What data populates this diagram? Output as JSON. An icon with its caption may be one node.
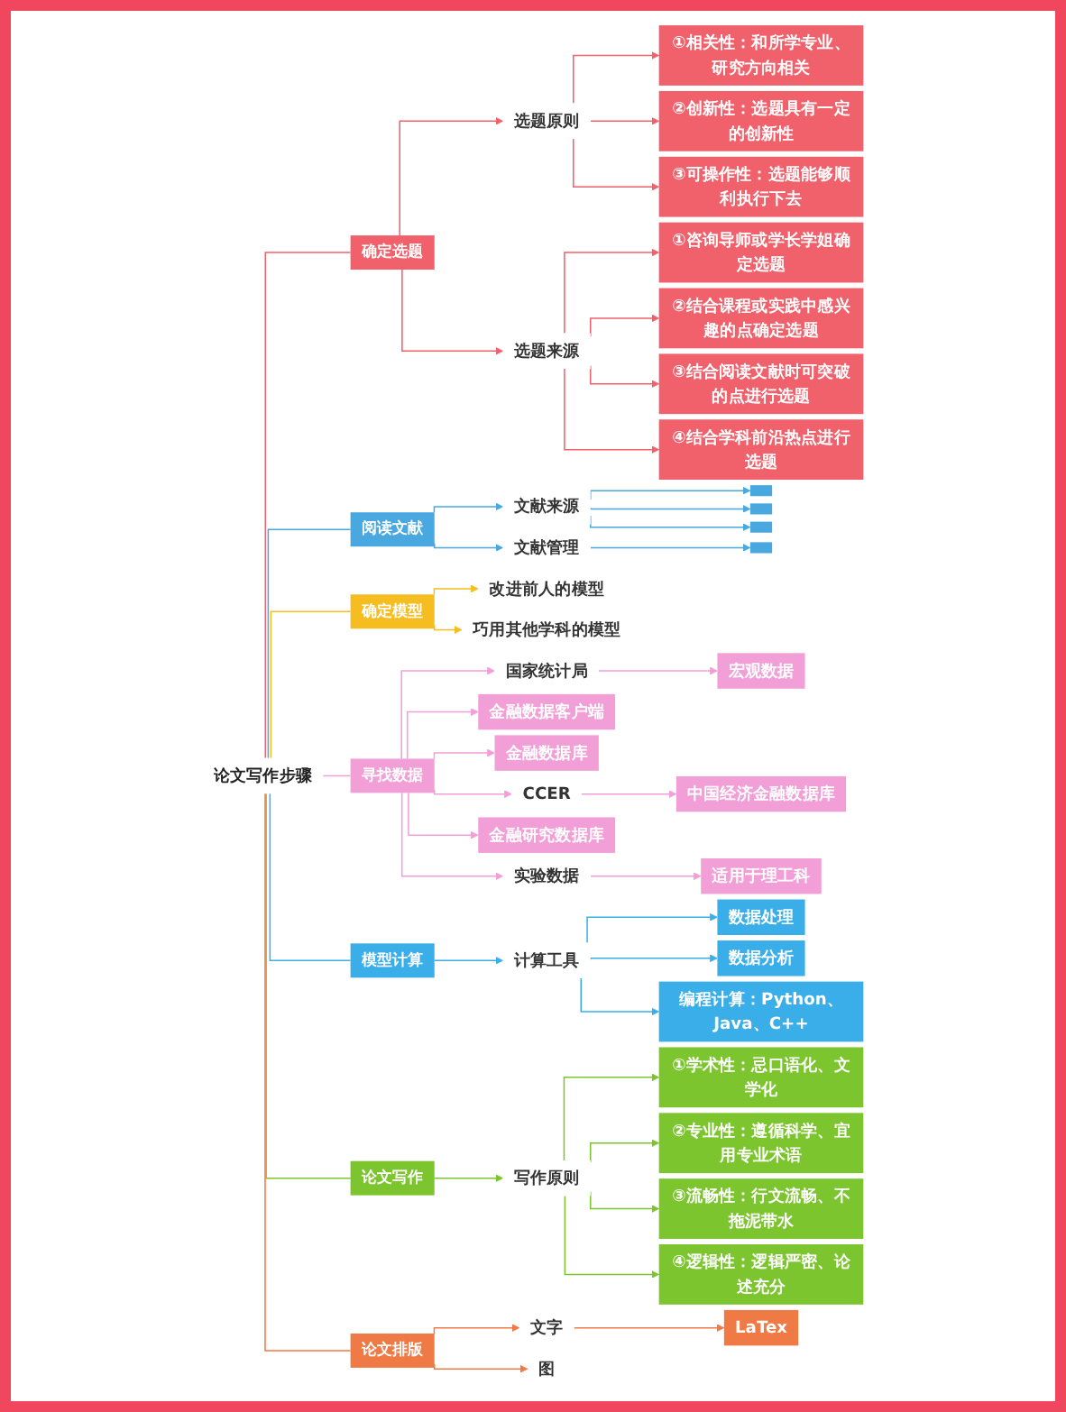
{
  "diagram": {
    "nodes": [
      {
        "text": [
          "论文写作步骤"
        ]
      },
      {
        "text": [
          "确定选题"
        ]
      },
      {
        "text": [
          "选题原则"
        ]
      },
      {
        "text": [
          "①相关性：和所学专业、研究方向相关"
        ]
      },
      {
        "text": [
          "②创新性：选题具有一定的创新性"
        ]
      },
      {
        "text": [
          "③可操作性：选题能够顺利执行下去"
        ]
      },
      {
        "text": [
          "选题来源"
        ]
      },
      {
        "text": [
          "①咨询导师或学长学姐确定选题"
        ]
      },
      {
        "text": [
          "②结合课程或实践中感兴趣的点确定选题"
        ]
      },
      {
        "text": [
          "③结合阅读文献时可突破的点进行选题"
        ]
      },
      {
        "text": [
          "④结合学科前沿热点进行选题"
        ]
      },
      {
        "text": [
          "阅读文献"
        ]
      },
      {
        "text": [
          "文献来源"
        ]
      },
      {
        "text": [],
        "shape": "box"
      },
      {
        "text": [],
        "shape": "box"
      },
      {
        "text": [],
        "shape": "box"
      },
      {
        "text": [
          "文献管理"
        ]
      },
      {
        "text": [],
        "shape": "box"
      },
      {
        "text": [
          "确定模型"
        ]
      },
      {
        "text": [
          "改进前人的模型"
        ]
      },
      {
        "text": [
          "巧用其他学科的模型"
        ]
      },
      {
        "text": [
          "寻找数据"
        ]
      },
      {
        "text": [
          "国家统计局"
        ]
      },
      {
        "text": [
          "宏观数据"
        ]
      },
      {
        "text": [
          "金融数据客户端"
        ]
      },
      {
        "text": [
          "金融数据库"
        ]
      },
      {
        "text": [
          "CCER"
        ]
      },
      {
        "text": [
          "中国经济金融数据库"
        ]
      },
      {
        "text": [
          "金融研究数据库"
        ]
      },
      {
        "text": [
          "实验数据"
        ]
      },
      {
        "text": [
          "适用于理工科"
        ]
      },
      {
        "text": [
          "模型计算"
        ]
      },
      {
        "text": [
          "计算工具"
        ]
      },
      {
        "text": [
          "数据处理"
        ]
      },
      {
        "text": [
          "数据分析"
        ]
      },
      {
        "text": [
          "编程计算：Python、Java、C++"
        ]
      },
      {
        "text": [
          "论文写作"
        ]
      },
      {
        "text": [
          "写作原则"
        ]
      },
      {
        "text": [
          "①学术性：忌口语化、文学化"
        ]
      },
      {
        "text": [
          "②专业性：遵循科学、宜用专业术语"
        ]
      },
      {
        "text": [
          "③流畅性：行文流畅、不拖泥带水"
        ]
      },
      {
        "text": [
          "④逻辑性：逻辑严密、论述充分"
        ]
      },
      {
        "text": [
          "论文排版"
        ]
      },
      {
        "text": [
          "文字"
        ]
      },
      {
        "text": [
          "LaTex"
        ]
      },
      {
        "text": [
          "图"
        ]
      }
    ],
    "edges": [
      {
        "from": 0,
        "to": 1,
        "arrow": "none",
        "color": "#f0616b"
      },
      {
        "from": 1,
        "to": 2,
        "arrow": "to",
        "color": "#f0616b"
      },
      {
        "from": 2,
        "to": 3,
        "arrow": "to",
        "color": "#f0616b"
      },
      {
        "from": 2,
        "to": 4,
        "arrow": "to",
        "color": "#f0616b"
      },
      {
        "from": 2,
        "to": 5,
        "arrow": "to",
        "color": "#f0616b"
      },
      {
        "from": 1,
        "to": 6,
        "arrow": "to",
        "color": "#f0616b"
      },
      {
        "from": 6,
        "to": 7,
        "arrow": "to",
        "color": "#f0616b"
      },
      {
        "from": 6,
        "to": 8,
        "arrow": "to",
        "color": "#f0616b"
      },
      {
        "from": 6,
        "to": 9,
        "arrow": "to",
        "color": "#f0616b"
      },
      {
        "from": 6,
        "to": 10,
        "arrow": "to",
        "color": "#f0616b"
      },
      {
        "from": 0,
        "to": 11,
        "arrow": "none",
        "color": "#4aa8e0"
      },
      {
        "from": 11,
        "to": 12,
        "arrow": "to",
        "color": "#4aa8e0"
      },
      {
        "from": 12,
        "to": 13,
        "arrow": "to",
        "color": "#4aa8e0"
      },
      {
        "from": 12,
        "to": 14,
        "arrow": "to",
        "color": "#4aa8e0"
      },
      {
        "from": 12,
        "to": 15,
        "arrow": "to",
        "color": "#4aa8e0"
      },
      {
        "from": 11,
        "to": 16,
        "arrow": "to",
        "color": "#4aa8e0"
      },
      {
        "from": 16,
        "to": 17,
        "arrow": "to",
        "color": "#4aa8e0"
      },
      {
        "from": 0,
        "to": 18,
        "arrow": "none",
        "color": "#f5bd1f"
      },
      {
        "from": 18,
        "to": 19,
        "arrow": "to",
        "color": "#f5bd1f"
      },
      {
        "from": 18,
        "to": 20,
        "arrow": "to",
        "color": "#f5bd1f"
      },
      {
        "from": 0,
        "to": 21,
        "arrow": "none",
        "color": "#f29fd8"
      },
      {
        "from": 21,
        "to": 22,
        "arrow": "to",
        "color": "#f29fd8"
      },
      {
        "from": 22,
        "to": 23,
        "arrow": "to",
        "color": "#f29fd8"
      },
      {
        "from": 21,
        "to": 24,
        "arrow": "to",
        "color": "#f29fd8"
      },
      {
        "from": 21,
        "to": 25,
        "arrow": "to",
        "color": "#f29fd8"
      },
      {
        "from": 21,
        "to": 26,
        "arrow": "to",
        "color": "#f29fd8"
      },
      {
        "from": 26,
        "to": 27,
        "arrow": "to",
        "color": "#f29fd8"
      },
      {
        "from": 21,
        "to": 28,
        "arrow": "to",
        "color": "#f29fd8"
      },
      {
        "from": 21,
        "to": 29,
        "arrow": "to",
        "color": "#f29fd8"
      },
      {
        "from": 29,
        "to": 30,
        "arrow": "to",
        "color": "#f29fd8"
      },
      {
        "from": 0,
        "to": 31,
        "arrow": "none",
        "color": "#3aaee8"
      },
      {
        "from": 31,
        "to": 32,
        "arrow": "to",
        "color": "#3aaee8"
      },
      {
        "from": 32,
        "to": 33,
        "arrow": "to",
        "color": "#3aaee8"
      },
      {
        "from": 32,
        "to": 34,
        "arrow": "to",
        "color": "#3aaee8"
      },
      {
        "from": 32,
        "to": 35,
        "arrow": "to",
        "color": "#3aaee8"
      },
      {
        "from": 0,
        "to": 36,
        "arrow": "none",
        "color": "#7cc52f"
      },
      {
        "from": 36,
        "to": 37,
        "arrow": "to",
        "color": "#7cc52f"
      },
      {
        "from": 37,
        "to": 38,
        "arrow": "to",
        "color": "#7cc52f"
      },
      {
        "from": 37,
        "to": 39,
        "arrow": "to",
        "color": "#7cc52f"
      },
      {
        "from": 37,
        "to": 40,
        "arrow": "to",
        "color": "#7cc52f"
      },
      {
        "from": 37,
        "to": 41,
        "arrow": "to",
        "color": "#7cc52f"
      },
      {
        "from": 0,
        "to": 42,
        "arrow": "none",
        "color": "#f07a45"
      },
      {
        "from": 42,
        "to": 43,
        "arrow": "to",
        "color": "#f07a45"
      },
      {
        "from": 43,
        "to": 44,
        "arrow": "to",
        "color": "#f07a45"
      },
      {
        "from": 42,
        "to": 45,
        "arrow": "to",
        "color": "#f07a45"
      }
    ]
  }
}
